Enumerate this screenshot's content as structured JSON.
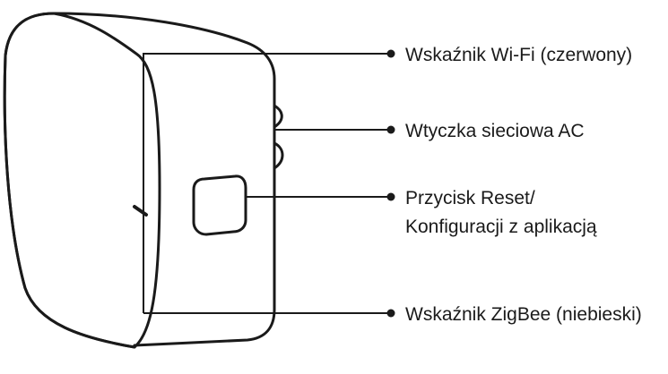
{
  "callouts": [
    {
      "id": "wifi",
      "label": "Wskaźnik Wi-Fi (czerwony)"
    },
    {
      "id": "plug",
      "label": "Wtyczka sieciowa AC"
    },
    {
      "id": "reset",
      "lines": [
        "Przycisk Reset/",
        "Konfiguracji z aplikacją"
      ]
    },
    {
      "id": "zigbee",
      "label": "Wskaźnik ZigBee (niebieski)"
    }
  ],
  "colors": {
    "stroke": "#1a1a1a",
    "text": "#1a1a1a",
    "background": "#ffffff"
  }
}
